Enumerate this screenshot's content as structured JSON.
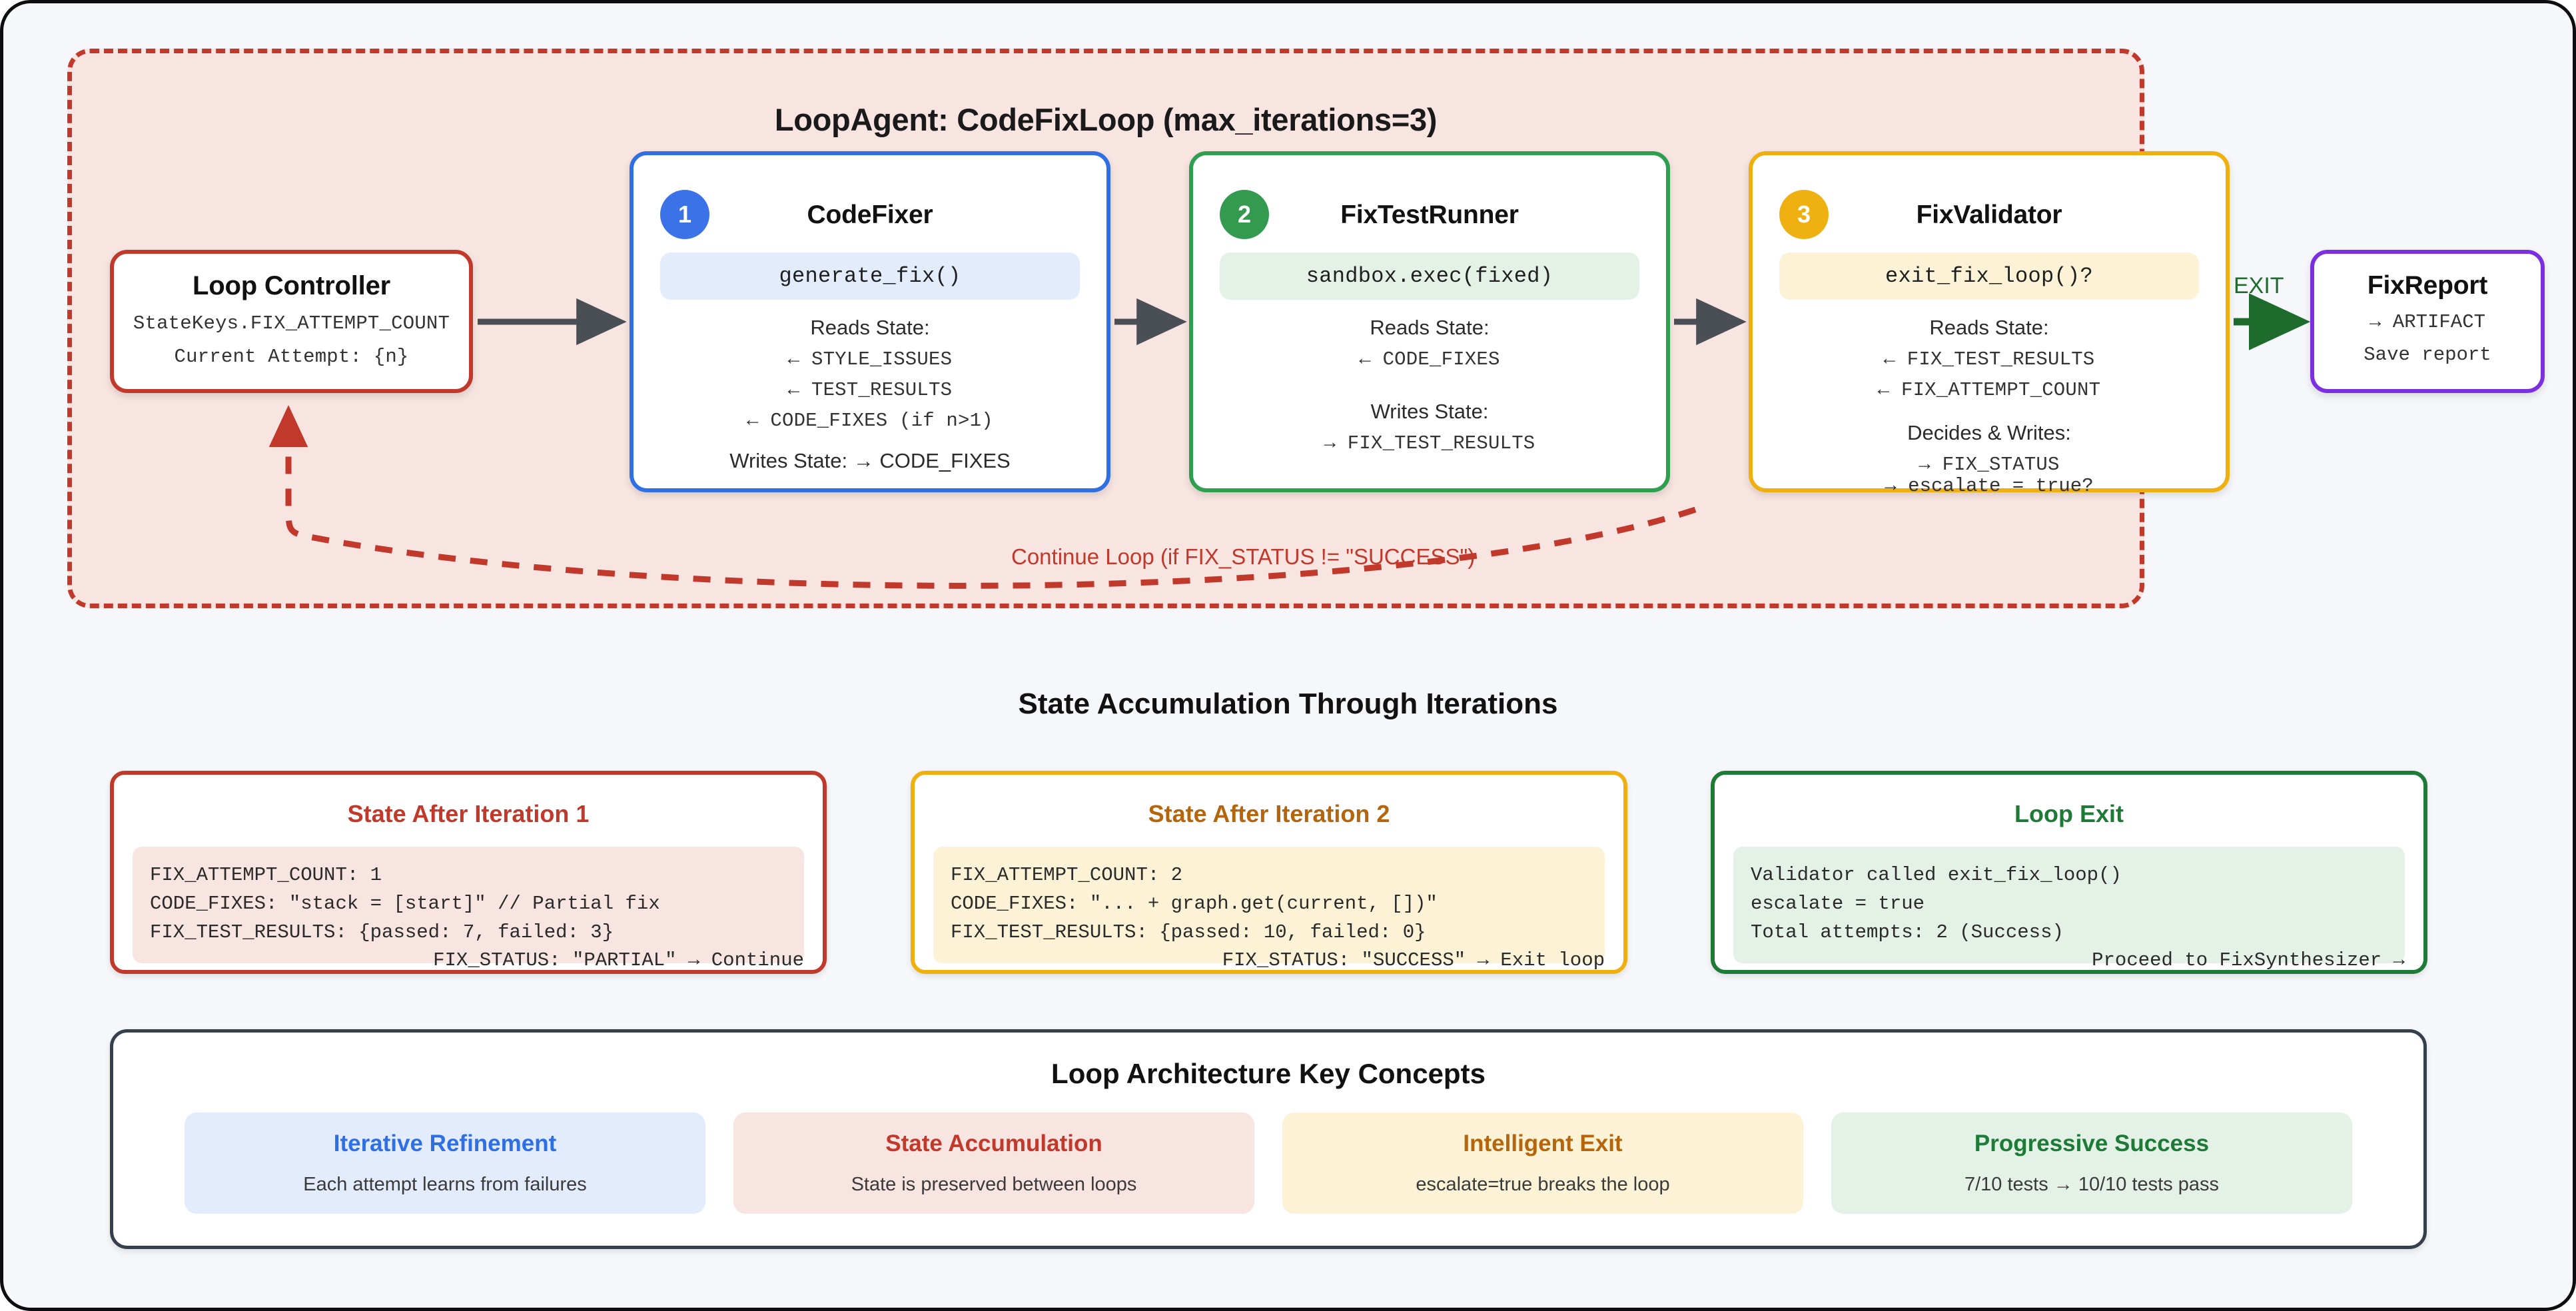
{
  "loop": {
    "title": "LoopAgent: CodeFixLoop (max_iterations=3)",
    "continue_label": "Continue Loop (if FIX_STATUS != \"SUCCESS\")",
    "exit_label": "EXIT",
    "border_color": "#c0392b",
    "fill_color": "#f8e4e0"
  },
  "loop_controller": {
    "title": "Loop Controller",
    "line1": "StateKeys.FIX_ATTEMPT_COUNT",
    "line2": "Current Attempt: {n}",
    "color": "#c0392b"
  },
  "stages": [
    {
      "number": "1",
      "title": "CodeFixer",
      "call": "generate_fix()",
      "reads_label": "Reads State:",
      "reads": [
        "← STYLE_ISSUES",
        "← TEST_RESULTS",
        "← CODE_FIXES (if n>1)"
      ],
      "writes_label": "Writes State: → CODE_FIXES",
      "writes": [],
      "color": "#2f6fe4"
    },
    {
      "number": "2",
      "title": "FixTestRunner",
      "call": "sandbox.exec(fixed)",
      "reads_label": "Reads State:",
      "reads": [
        "← CODE_FIXES"
      ],
      "writes_label": "Writes State:",
      "writes": [
        "→ FIX_TEST_RESULTS"
      ],
      "color": "#2e9e4f"
    },
    {
      "number": "3",
      "title": "FixValidator",
      "call": "exit_fix_loop()?",
      "reads_label": "Reads State:",
      "reads": [
        "← FIX_TEST_RESULTS",
        "← FIX_ATTEMPT_COUNT"
      ],
      "writes_label": "Decides & Writes:",
      "writes": [
        "→ FIX_STATUS"
      ],
      "overflow": "→ escalate = true?",
      "color": "#efb00f"
    }
  ],
  "fix_report": {
    "title": "FixReport",
    "line1": "→ ARTIFACT",
    "line2": "Save report",
    "color": "#7b2fe0"
  },
  "state_section": {
    "heading": "State Accumulation Through Iterations",
    "cards": [
      {
        "title": "State After Iteration 1",
        "lines": [
          "FIX_ATTEMPT_COUNT: 1",
          "CODE_FIXES: \"stack = [start]\" // Partial fix",
          "FIX_TEST_RESULTS: {passed: 7, failed: 3}"
        ],
        "footer": "FIX_STATUS: \"PARTIAL\" → Continue",
        "color": "#c0392b"
      },
      {
        "title": "State After Iteration 2",
        "lines": [
          "FIX_ATTEMPT_COUNT: 2",
          "CODE_FIXES: \"... + graph.get(current, [])\"",
          "FIX_TEST_RESULTS: {passed: 10, failed: 0}"
        ],
        "footer": "FIX_STATUS: \"SUCCESS\" → Exit loop",
        "color": "#efb00f"
      },
      {
        "title": "Loop Exit",
        "lines": [
          "Validator called exit_fix_loop()",
          "escalate = true",
          "Total attempts: 2 (Success)"
        ],
        "footer": "Proceed to FixSynthesizer →",
        "color": "#1d7a37"
      }
    ]
  },
  "key_concepts": {
    "heading": "Loop Architecture Key Concepts",
    "cards": [
      {
        "title": "Iterative Refinement",
        "desc": "Each attempt learns from failures",
        "color": "#2f6fe4"
      },
      {
        "title": "State Accumulation",
        "desc": "State is preserved between loops",
        "color": "#c0392b"
      },
      {
        "title": "Intelligent Exit",
        "desc": "escalate=true breaks the loop",
        "color": "#b5650c"
      },
      {
        "title": "Progressive Success",
        "desc": "7/10 tests → 10/10 tests pass",
        "color": "#1d7a37"
      }
    ]
  }
}
